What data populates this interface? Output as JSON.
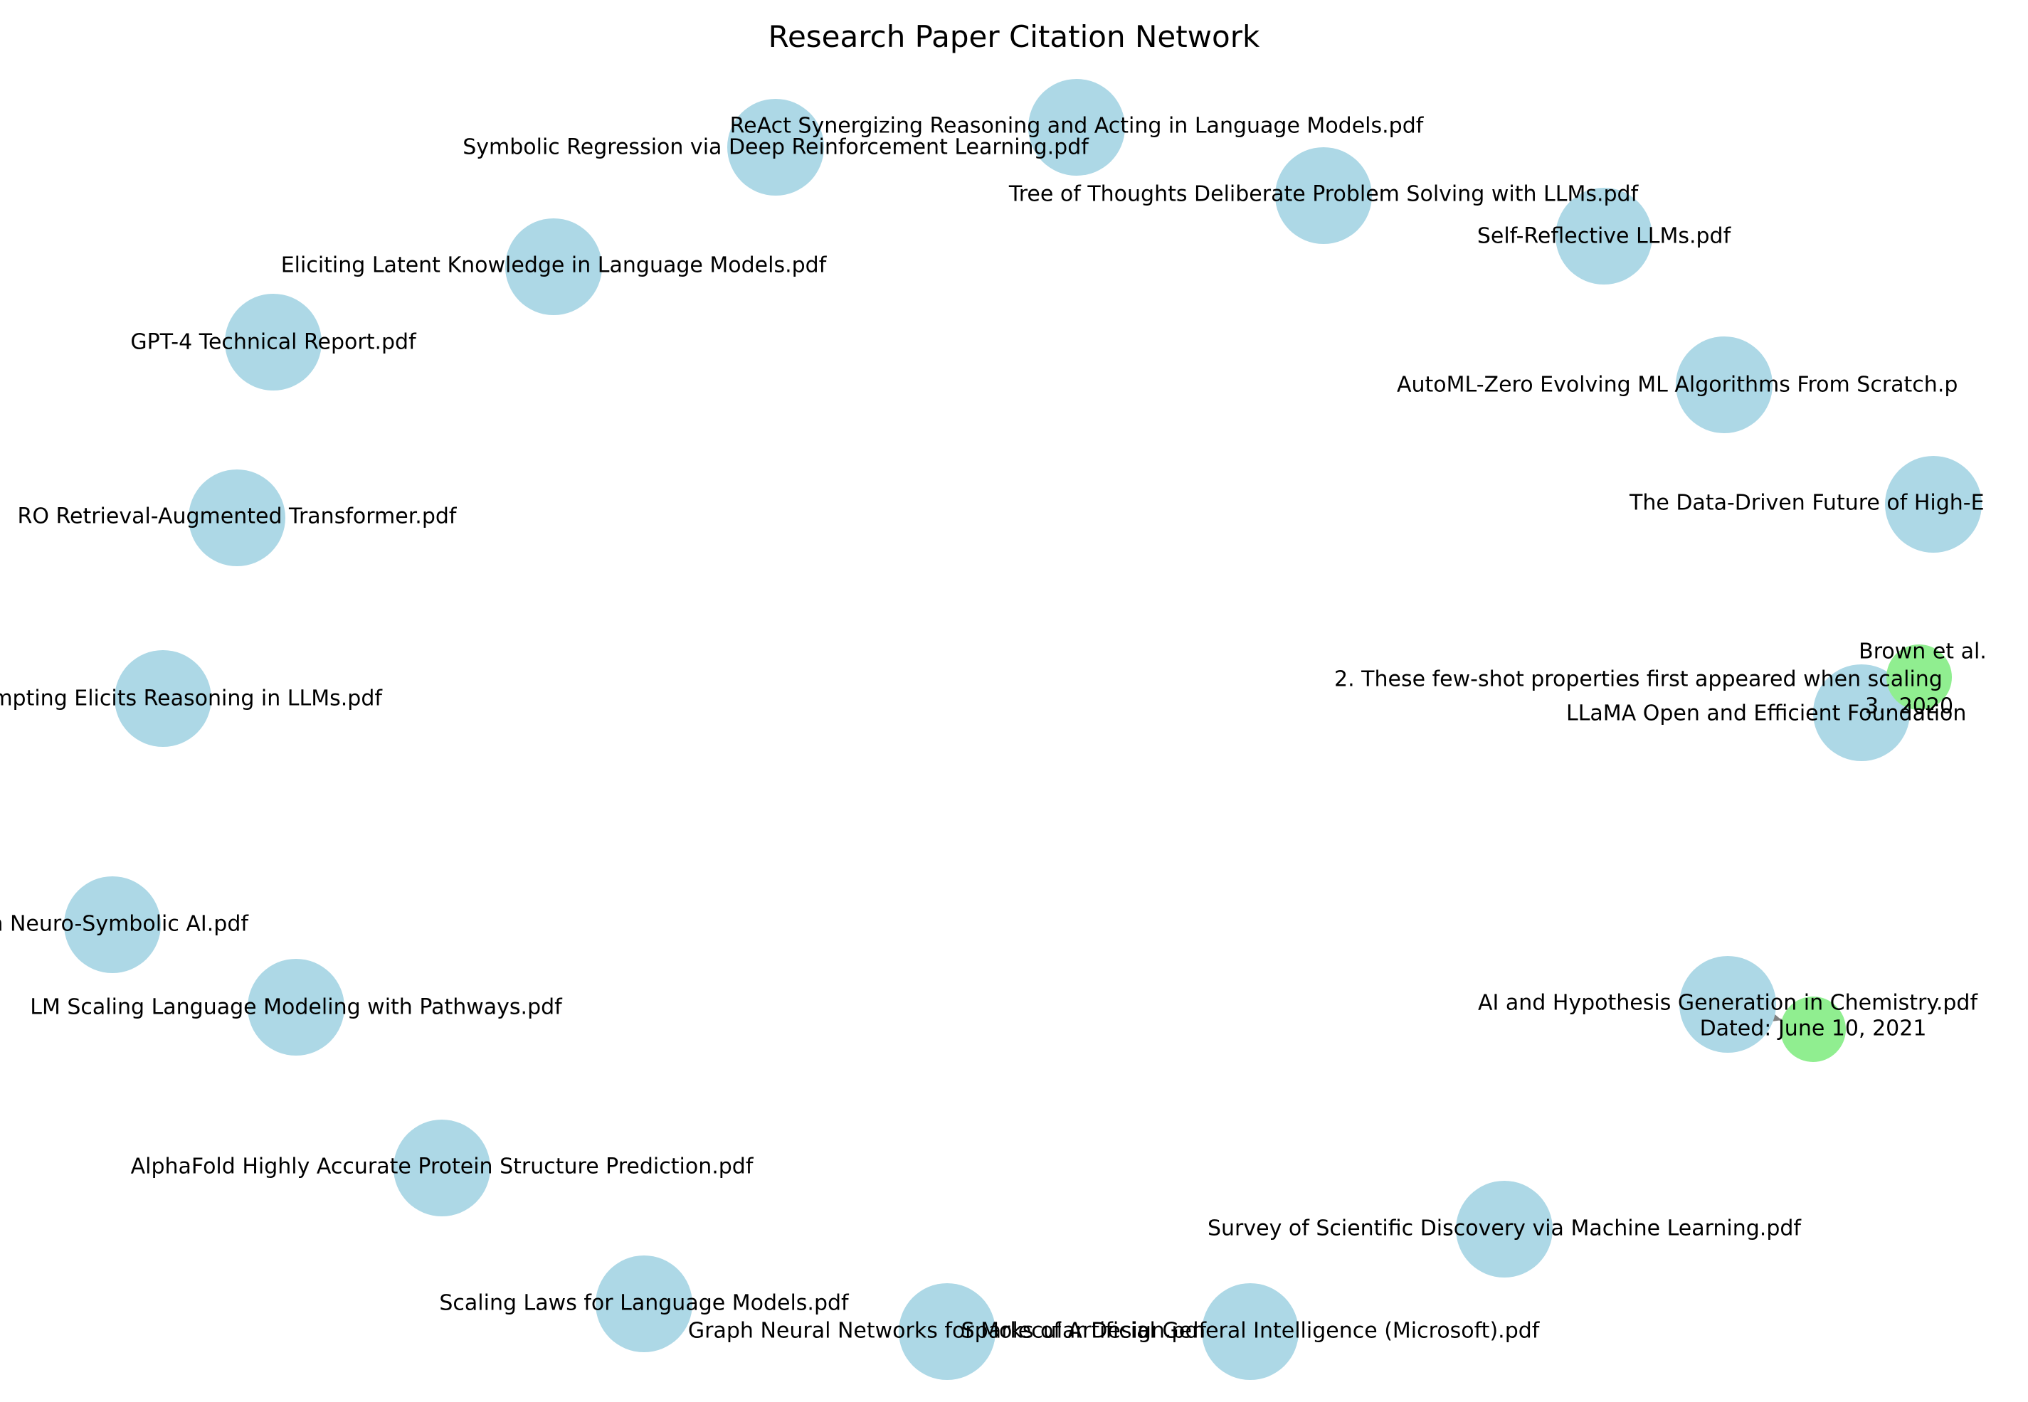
{
  "title": "Research Paper Citation Network",
  "colors": {
    "paper": "#add8e6",
    "citation": "#90ee90",
    "edge": "#808080",
    "text": "#000000"
  },
  "papers": [
    {
      "id": "react",
      "label": "ReAct Synergizing Reasoning and Acting in Language Models.pdf"
    },
    {
      "id": "symreg",
      "label": "Symbolic Regression via Deep Reinforcement Learning.pdf"
    },
    {
      "id": "tot",
      "label": "Tree of Thoughts Deliberate Problem Solving with LLMs.pdf"
    },
    {
      "id": "selfref",
      "label": "Self-Reflective LLMs.pdf"
    },
    {
      "id": "elk",
      "label": "Eliciting Latent Knowledge in Language Models.pdf"
    },
    {
      "id": "gpt4",
      "label": "GPT-4 Technical Report.pdf"
    },
    {
      "id": "automl",
      "label": "AutoML-Zero Evolving ML Algorithms From Scratch.p"
    },
    {
      "id": "retro",
      "label": "RO Retrieval-Augmented Transformer.pdf"
    },
    {
      "id": "datadriven",
      "label": "The Data-Driven Future of High-E"
    },
    {
      "id": "cot",
      "label": ": Prompting Elicits Reasoning in LLMs.pdf"
    },
    {
      "id": "llama",
      "label": "LLaMA Open and Efficient Foundation"
    },
    {
      "id": "neurosym",
      "label": "on Neuro-Symbolic AI.pdf"
    },
    {
      "id": "palm",
      "label": "LM Scaling Language Modeling with Pathways.pdf"
    },
    {
      "id": "aichem",
      "label": "AI and Hypothesis Generation in Chemistry.pdf"
    },
    {
      "id": "alphafold",
      "label": "AlphaFold Highly Accurate Protein Structure Prediction.pdf"
    },
    {
      "id": "survey",
      "label": "Survey of Scientific Discovery via Machine Learning.pdf"
    },
    {
      "id": "scaling",
      "label": "Scaling Laws for Language Models.pdf"
    },
    {
      "id": "gnn",
      "label": "Graph Neural Networks for Molecular Design.pdf"
    },
    {
      "id": "sparks",
      "label": "Sparks of Artificial General Intelligence (Microsoft).pdf"
    }
  ],
  "citations": [
    {
      "id": "brown",
      "lines": [
        "Brown et al.",
        "2. These few-shot properties first appeared when scaling",
        "3., 2020"
      ]
    },
    {
      "id": "dated",
      "lines": [
        "Dated: June 10, 2021"
      ]
    }
  ],
  "edges": [
    {
      "source": "llama",
      "target": "brown"
    },
    {
      "source": "aichem",
      "target": "dated"
    }
  ]
}
